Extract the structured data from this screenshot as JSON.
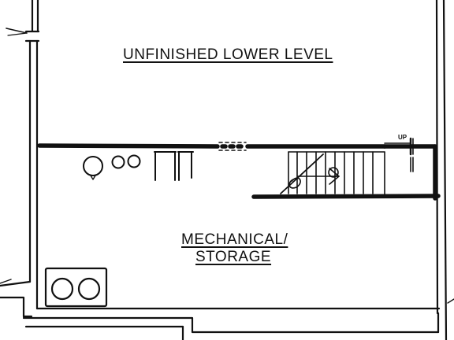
{
  "rooms": {
    "upper_label": "UNFINISHED LOWER LEVEL",
    "lower_label_line1": "MECHANICAL/",
    "lower_label_line2": "STORAGE"
  },
  "stairs": {
    "direction_label": "UP"
  },
  "colors": {
    "line": "#111111",
    "background": "#ffffff"
  }
}
